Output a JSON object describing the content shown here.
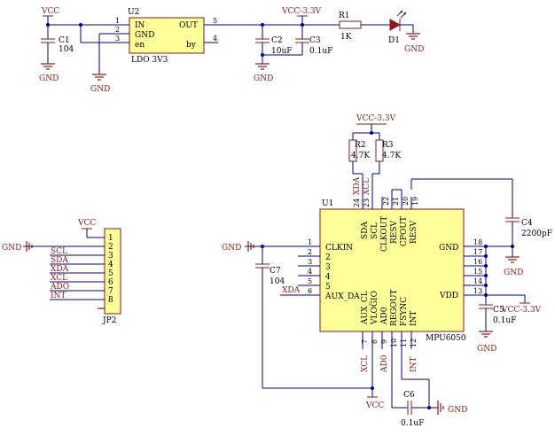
{
  "u2": {
    "ref": "U2",
    "value": "LDO 3V3",
    "pin_in": "IN",
    "pin_gnd": "GND",
    "pin_en": "en",
    "pin_out": "OUT",
    "pin_by": "by",
    "num1": "1",
    "num2": "2",
    "num3": "3",
    "num5": "5",
    "num4": "4"
  },
  "c1": {
    "ref": "C1",
    "value": "104"
  },
  "c2": {
    "ref": "C2",
    "value": "10uF"
  },
  "c3": {
    "ref": "C3",
    "value": "0.1uF"
  },
  "r1": {
    "ref": "R1",
    "value": "1K"
  },
  "d1": {
    "ref": "D1"
  },
  "r2": {
    "ref": "R2",
    "value": "4.7K"
  },
  "r3": {
    "ref": "R3",
    "value": "4.7K"
  },
  "c4": {
    "ref": "C4",
    "value": "2200pF"
  },
  "c5": {
    "ref": "C5",
    "value": "0.1uF"
  },
  "c6": {
    "ref": "C6",
    "value": "0.1uF"
  },
  "c7": {
    "ref": "C7",
    "value": "104"
  },
  "power": {
    "vcc": "VCC",
    "vcc33": "VCC-3.3V",
    "gnd": "GND"
  },
  "jp2": {
    "ref": "JP2",
    "nets": [
      "SCL",
      "SDA",
      "XDA",
      "XCL",
      "ADO",
      "INT"
    ],
    "pins": [
      "1",
      "2",
      "3",
      "4",
      "5",
      "6",
      "7",
      "8"
    ]
  },
  "u1": {
    "ref": "U1",
    "value": "MPU6050",
    "top_pins": [
      "SDA",
      "SCL",
      "CLKOUT",
      "RESV",
      "CPOUT",
      "RESV"
    ],
    "top_nums": [
      "24",
      "23",
      "22",
      "21",
      "20",
      "19"
    ],
    "top_nets": [
      "XDA",
      "XCL"
    ],
    "left_pins": [
      "CLKIN",
      "2",
      "3",
      "4",
      "5",
      "AUX_DA"
    ],
    "left_nums": [
      "1",
      "2",
      "3",
      "4",
      "5",
      "6"
    ],
    "left_net": "XDA",
    "right_pins": [
      "GND",
      "VDD"
    ],
    "right_nums": [
      "18",
      "17",
      "16",
      "15",
      "14",
      "13"
    ],
    "bottom_pins": [
      "AUX_CL",
      "VLOGIO",
      "AD0",
      "REGOUT",
      "FSYNC",
      "INT"
    ],
    "bottom_nums": [
      "7",
      "8",
      "9",
      "10",
      "11",
      "12"
    ],
    "bottom_nets": [
      "XCL",
      "AD0",
      "INT"
    ]
  },
  "colors": {
    "wire": "#00008b",
    "part": "#8b1a1a",
    "chip_fill": "#ffff99"
  }
}
